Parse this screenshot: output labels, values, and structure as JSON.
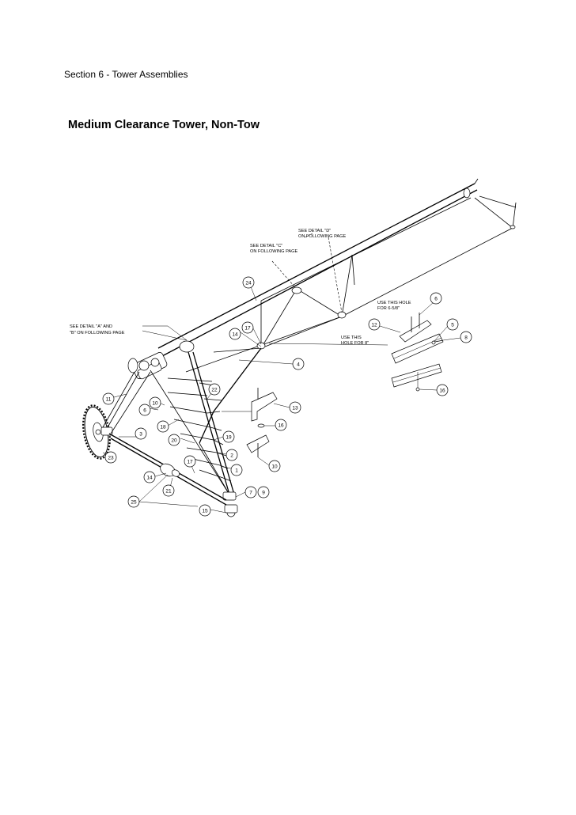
{
  "header": {
    "section": "Section 6 - Tower Assemblies",
    "title": "Medium Clearance Tower, Non-Tow"
  },
  "diagram": {
    "notes": {
      "detail_d_1": "SEE DETAIL \"D\"",
      "detail_d_2": "ON FOLLOWING PAGE",
      "detail_c_1": "SEE DETAIL \"C\"",
      "detail_c_2": "ON FOLLOWING PAGE",
      "detail_ab_1": "SEE DETAIL \"A\" AND",
      "detail_ab_2": "\"B\" ON FOLLOWING PAGE",
      "hole_658_1": "USE THIS HOLE",
      "hole_658_2": "FOR 6-5/8\"",
      "hole_8_1": "USE THIS",
      "hole_8_2": "HOLE FOR 8\""
    },
    "callouts": {
      "c24": "24",
      "c6a": "6",
      "c5": "5",
      "c8": "8",
      "c12": "12",
      "c17a": "17",
      "c14a": "14",
      "c4": "4",
      "c16a": "16",
      "c22": "22",
      "c13": "13",
      "c16b": "16",
      "c11": "11",
      "c10a": "10",
      "c6b": "6",
      "c18": "18",
      "c3": "3",
      "c20": "20",
      "c19": "19",
      "c2": "2",
      "c10b": "10",
      "c23": "23",
      "c17b": "17",
      "c1": "1",
      "c14b": "14",
      "c21": "21",
      "c7": "7",
      "c9": "9",
      "c25": "25",
      "c15": "15"
    }
  }
}
